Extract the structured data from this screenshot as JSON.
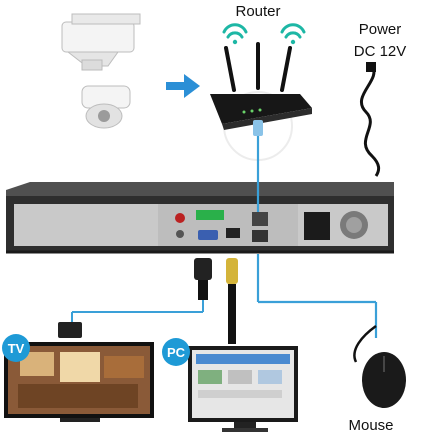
{
  "labels": {
    "router": "Router",
    "power": "Power",
    "power_spec": "DC 12V",
    "mouse": "Mouse",
    "tv": "TV",
    "pc": "PC"
  },
  "colors": {
    "cable_blue": "#3aa0d8",
    "arrow_blue": "#2b8fd6",
    "wifi_teal": "#1db7a5",
    "badge_blue": "#1e9ad6",
    "nvr_body": "#3a3a3a",
    "nvr_panel": "#c9c9c9"
  },
  "icons": [
    "wifi-icon",
    "wifi-icon",
    "arrow-right-icon"
  ]
}
